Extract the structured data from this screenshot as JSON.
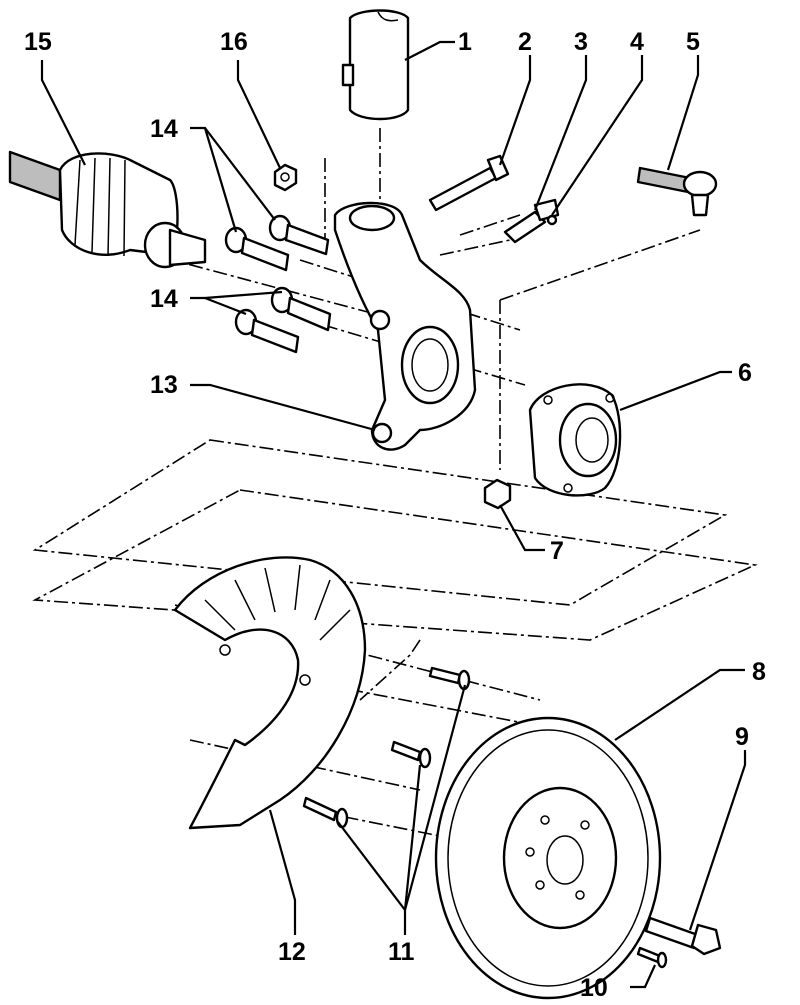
{
  "callouts": [
    {
      "id": "1",
      "label": "1"
    },
    {
      "id": "2",
      "label": "2"
    },
    {
      "id": "3",
      "label": "3"
    },
    {
      "id": "4",
      "label": "4"
    },
    {
      "id": "5",
      "label": "5"
    },
    {
      "id": "6",
      "label": "6"
    },
    {
      "id": "7",
      "label": "7"
    },
    {
      "id": "8",
      "label": "8"
    },
    {
      "id": "9",
      "label": "9"
    },
    {
      "id": "10",
      "label": "10"
    },
    {
      "id": "11",
      "label": "11"
    },
    {
      "id": "12",
      "label": "12"
    },
    {
      "id": "13",
      "label": "13"
    },
    {
      "id": "14a",
      "label": "14"
    },
    {
      "id": "14b",
      "label": "14"
    },
    {
      "id": "15",
      "label": "15"
    },
    {
      "id": "16",
      "label": "16"
    }
  ]
}
